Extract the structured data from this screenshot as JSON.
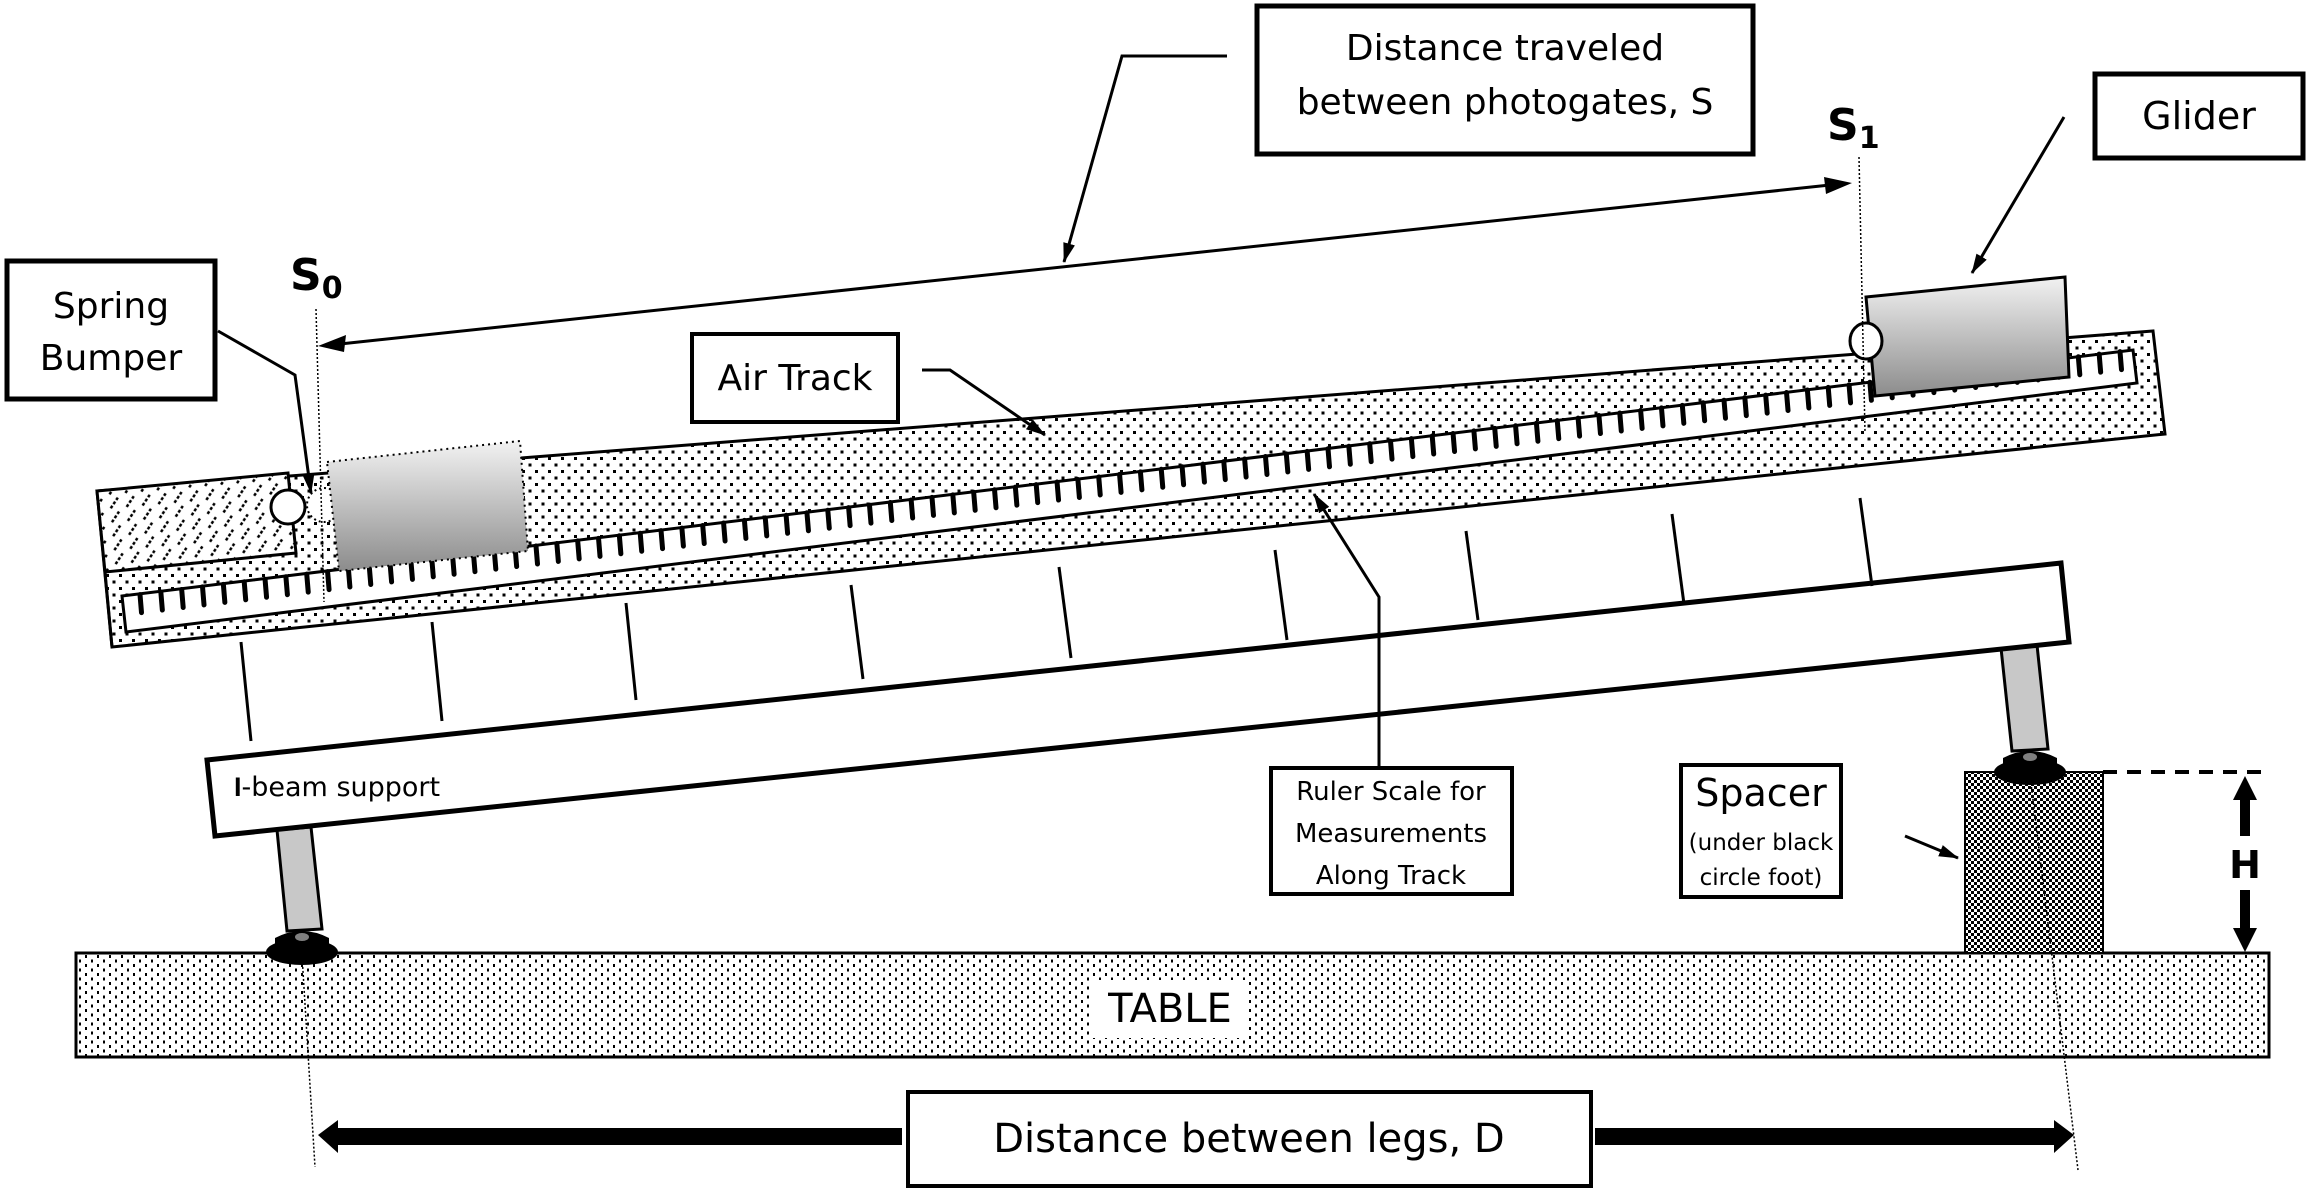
{
  "labels": {
    "distance_traveled_line1": "Distance traveled",
    "distance_traveled_line2": "between photogates, S",
    "glider": "Glider",
    "spring_bumper_line1": "Spring",
    "spring_bumper_line2": "Bumper",
    "air_track": "Air Track",
    "s0_base": "S",
    "s0_sub": "0",
    "s1_base": "S",
    "s1_sub": "1",
    "ibeam_icon": "I",
    "ibeam_text": "-beam support",
    "ruler_line1": "Ruler Scale for",
    "ruler_line2": "Measurements",
    "ruler_line3": "Along Track",
    "spacer_title": "Spacer",
    "spacer_line1": "(under black",
    "spacer_line2": "circle foot)",
    "height": "H",
    "table": "TABLE",
    "distance_between_legs": "Distance between legs, D"
  },
  "colors": {
    "ink": "#000000",
    "paper": "#ffffff",
    "leg_fill": "#c8c8c8",
    "glider_top": "#f2f2f2",
    "glider_bottom": "#8c8c8c",
    "foot_hub": "#808080"
  },
  "ruler": {
    "tick_count": 96
  }
}
